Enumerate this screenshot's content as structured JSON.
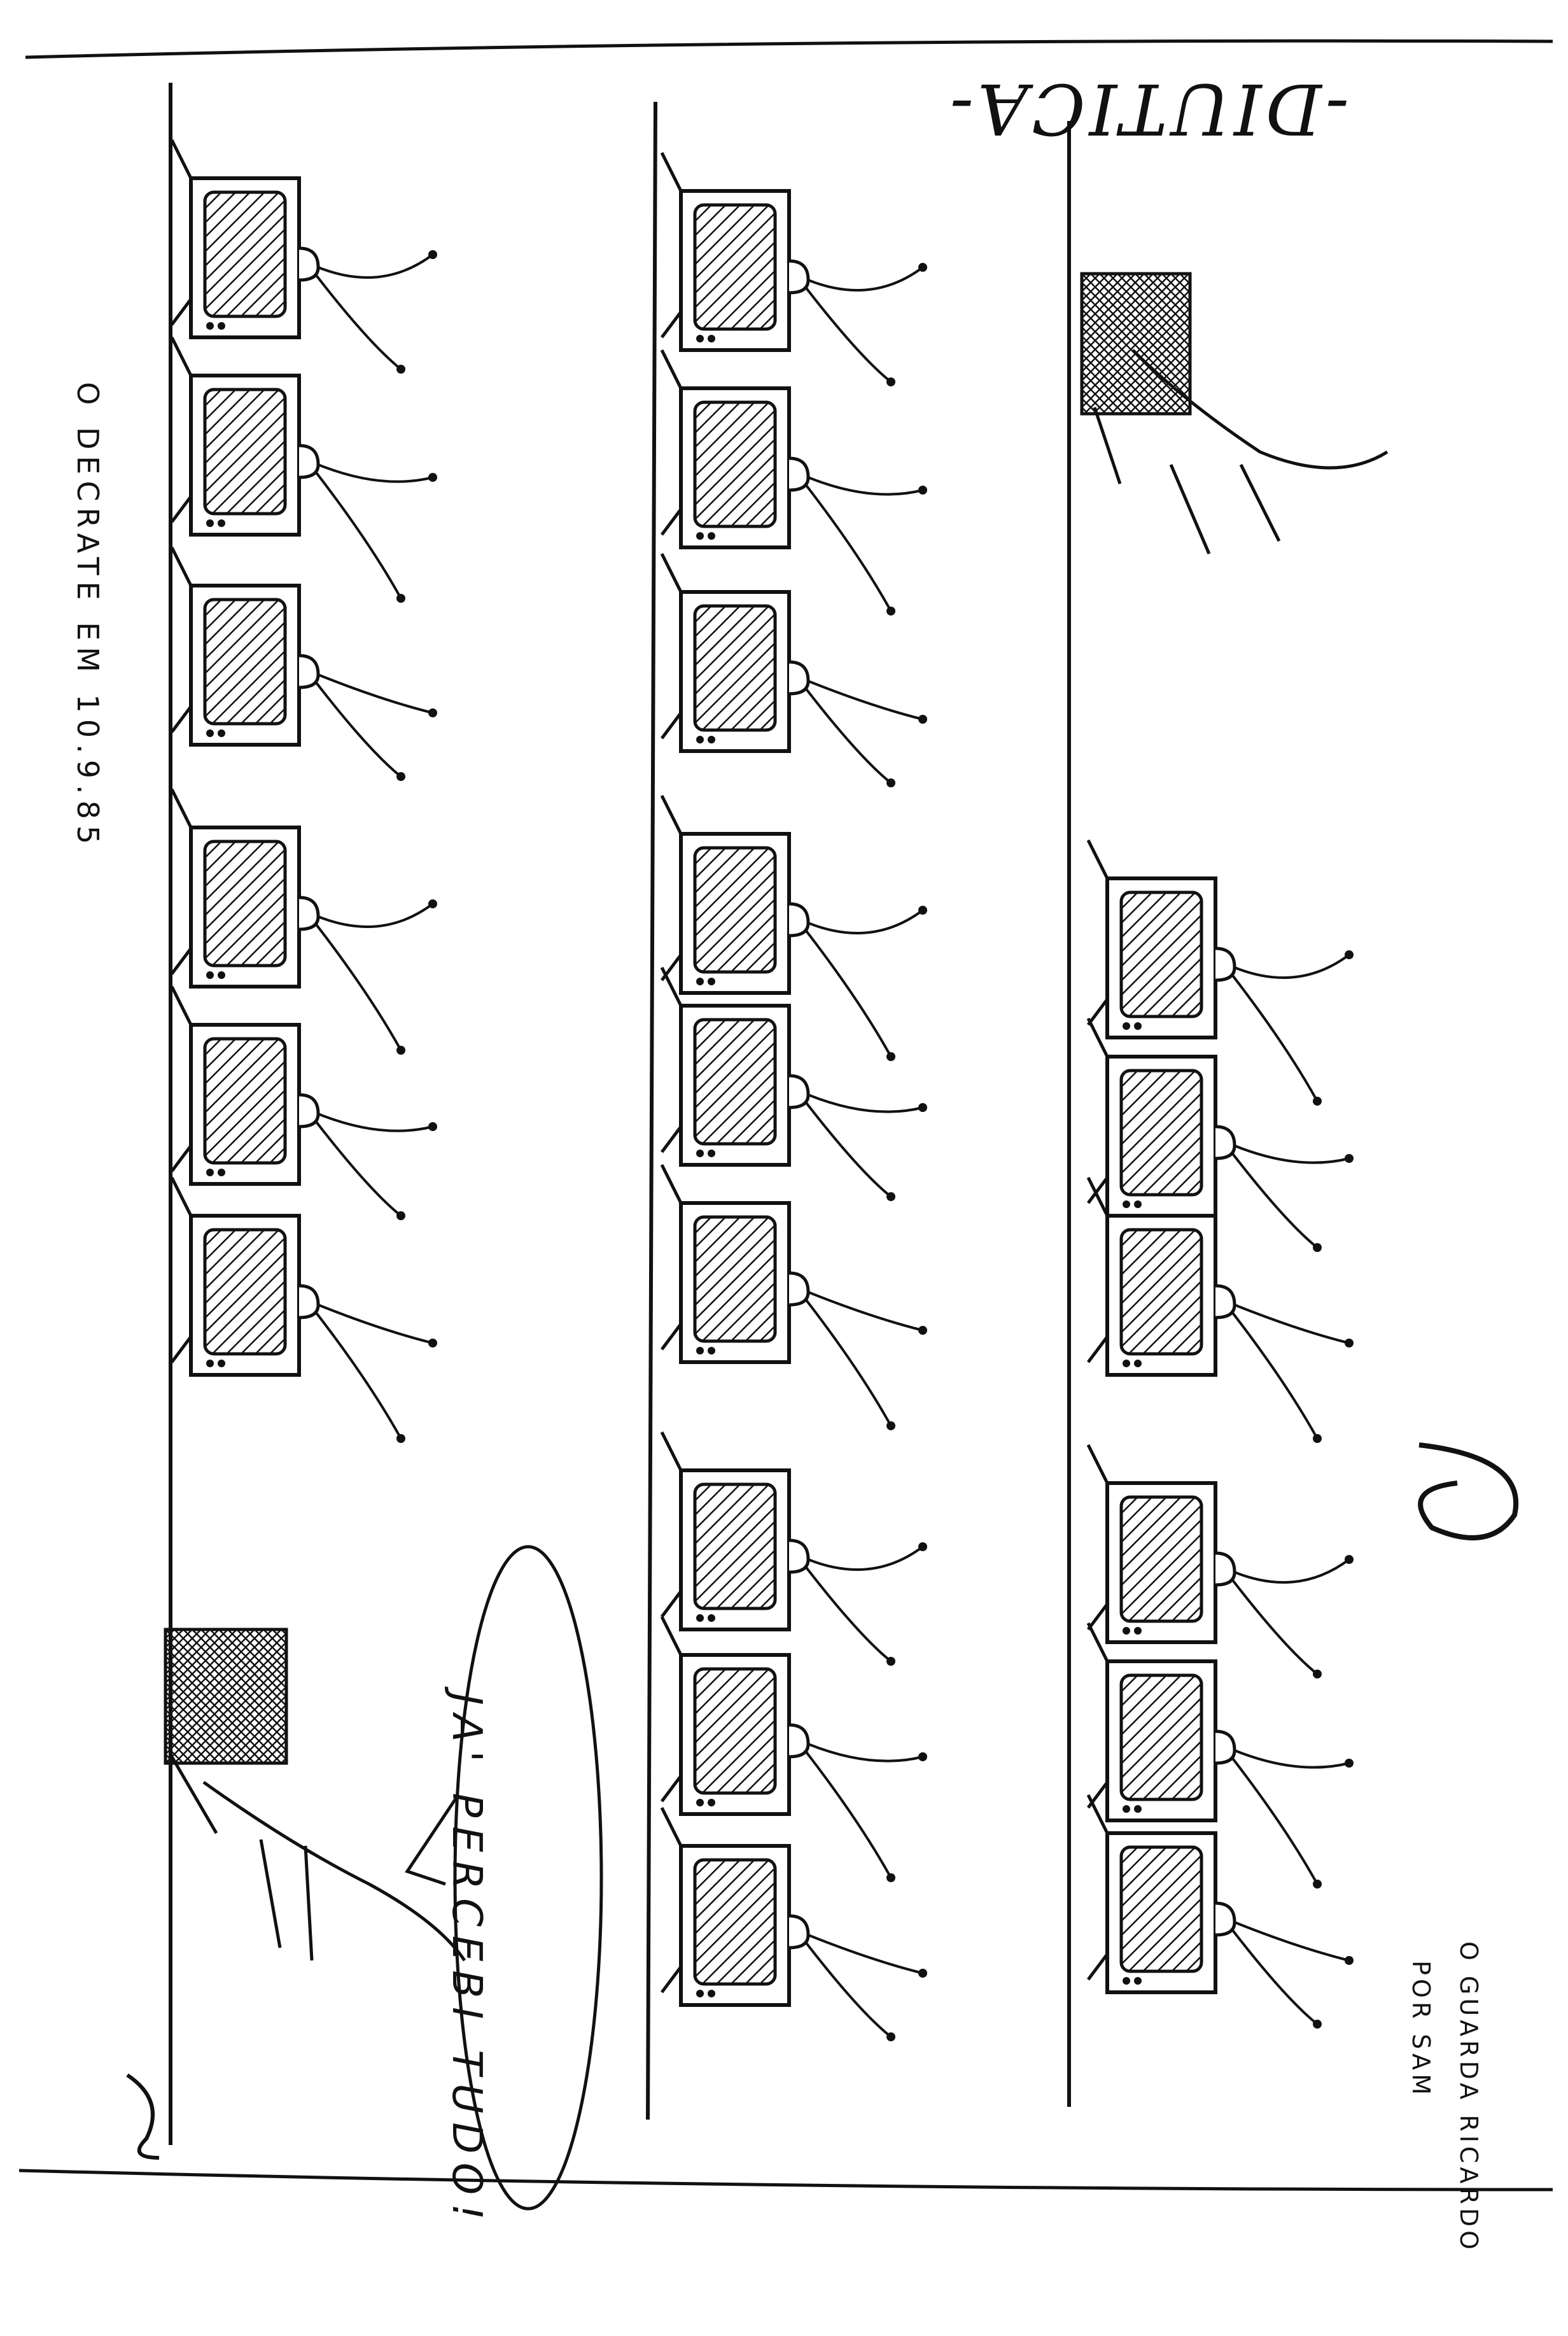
{
  "cartoon": {
    "title": "-DIUTICA-",
    "caption_left": "O DECRATE EM 10.9.85",
    "speech_bubble": "JA' PERCEBI TUDO!",
    "credit_line1": "O GUARDA RICARDO",
    "credit_line2": "POR SAM",
    "ink_color": "#111111",
    "paper_color": "#ffffff"
  }
}
